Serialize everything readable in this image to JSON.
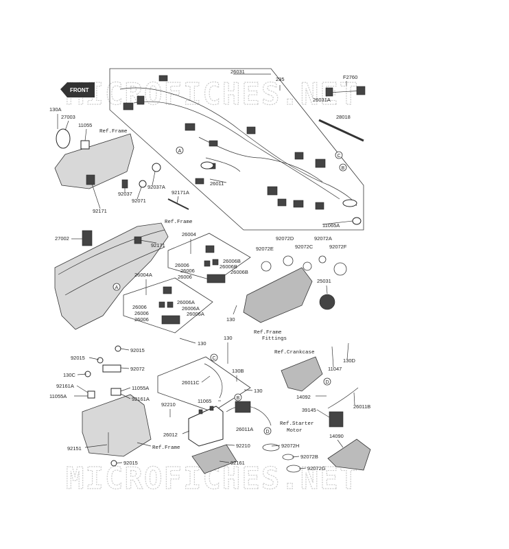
{
  "watermark": "MICROFICHES.NET",
  "front_label": "FRONT",
  "part_labels": [
    "26031",
    "235",
    "F2760",
    "26031A",
    "28018",
    "130A",
    "27003",
    "11055",
    "Ref.Frame",
    "26011",
    "11065A",
    "92037",
    "92037A",
    "92071",
    "92171A",
    "92171",
    "Ref.Frame",
    "27002",
    "92171",
    "26004",
    "26006",
    "26006B",
    "26006",
    "26006B",
    "26006",
    "26006B",
    "26004A",
    "26006",
    "26006A",
    "26006",
    "26006A",
    "26006",
    "26006A",
    "130",
    "130",
    "92072E",
    "92072D",
    "92072C",
    "92072A",
    "92072F",
    "25031",
    "Ref.Frame",
    "Fittings",
    "92015",
    "92015",
    "92072",
    "130C",
    "92161A",
    "11055A",
    "11055A",
    "92161A",
    "130",
    "26011C",
    "130B",
    "11065",
    "130",
    "Ref.Crankcase",
    "11047",
    "130D",
    "92210",
    "26012",
    "26011A",
    "14092",
    "39145",
    "26011B",
    "Ref.Starter",
    "Motor",
    "92210",
    "92072H",
    "92072B",
    "92072G",
    "92151",
    "Ref.Frame",
    "92161",
    "92015",
    "14090"
  ],
  "callouts": [
    "A",
    "A",
    "B",
    "B",
    "C",
    "C",
    "D",
    "D"
  ]
}
